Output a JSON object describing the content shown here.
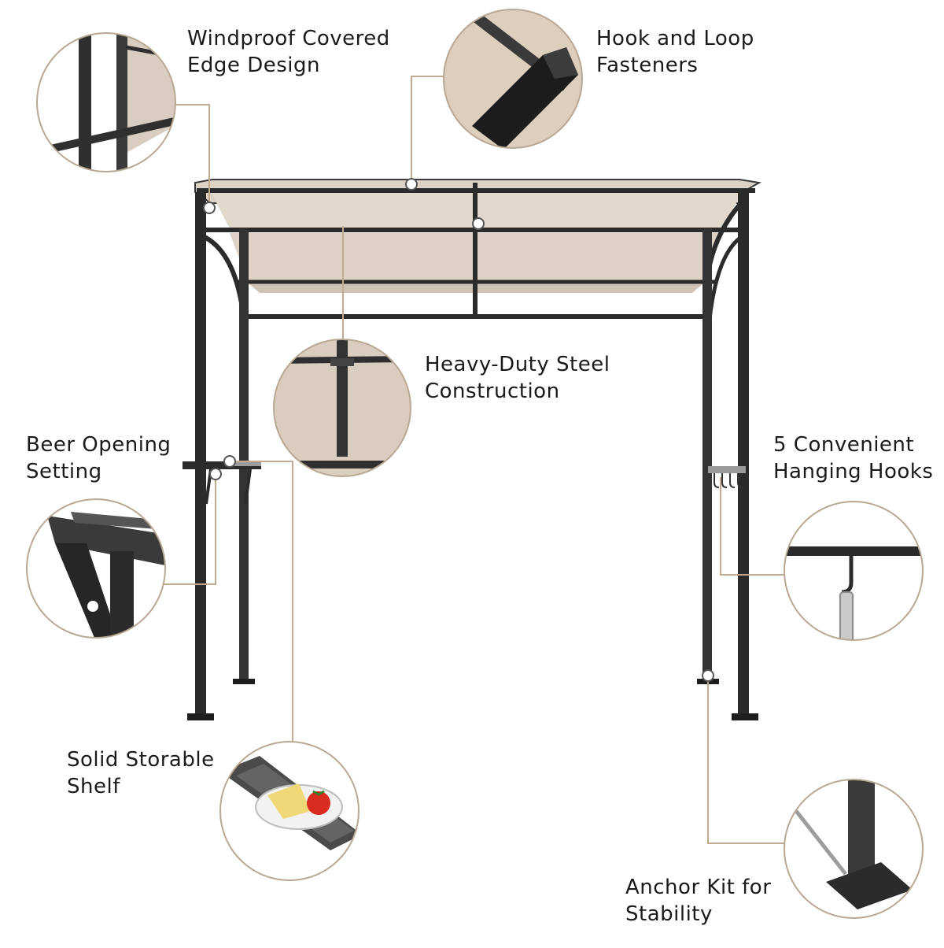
{
  "colors": {
    "background": "#ffffff",
    "frame": "#2b2b2b",
    "canopy": "#dcd2c6",
    "canopy_shade": "#cfc3b5",
    "callout_line": "#c2ab90",
    "text": "#1a1a1a"
  },
  "features": [
    {
      "id": "windproof-edge",
      "lines": [
        "Windproof Covered",
        "Edge Design"
      ]
    },
    {
      "id": "hook-loop",
      "lines": [
        "Hook and Loop",
        "Fasteners"
      ]
    },
    {
      "id": "steel",
      "lines": [
        "Heavy-Duty Steel",
        "Construction"
      ]
    },
    {
      "id": "beer-opening",
      "lines": [
        "Beer Opening",
        "Setting"
      ]
    },
    {
      "id": "hooks",
      "lines": [
        "5 Convenient",
        "Hanging Hooks"
      ]
    },
    {
      "id": "shelf",
      "lines": [
        "Solid Storable",
        "Shelf"
      ]
    },
    {
      "id": "anchor",
      "lines": [
        "Anchor Kit for",
        "Stability"
      ]
    }
  ]
}
